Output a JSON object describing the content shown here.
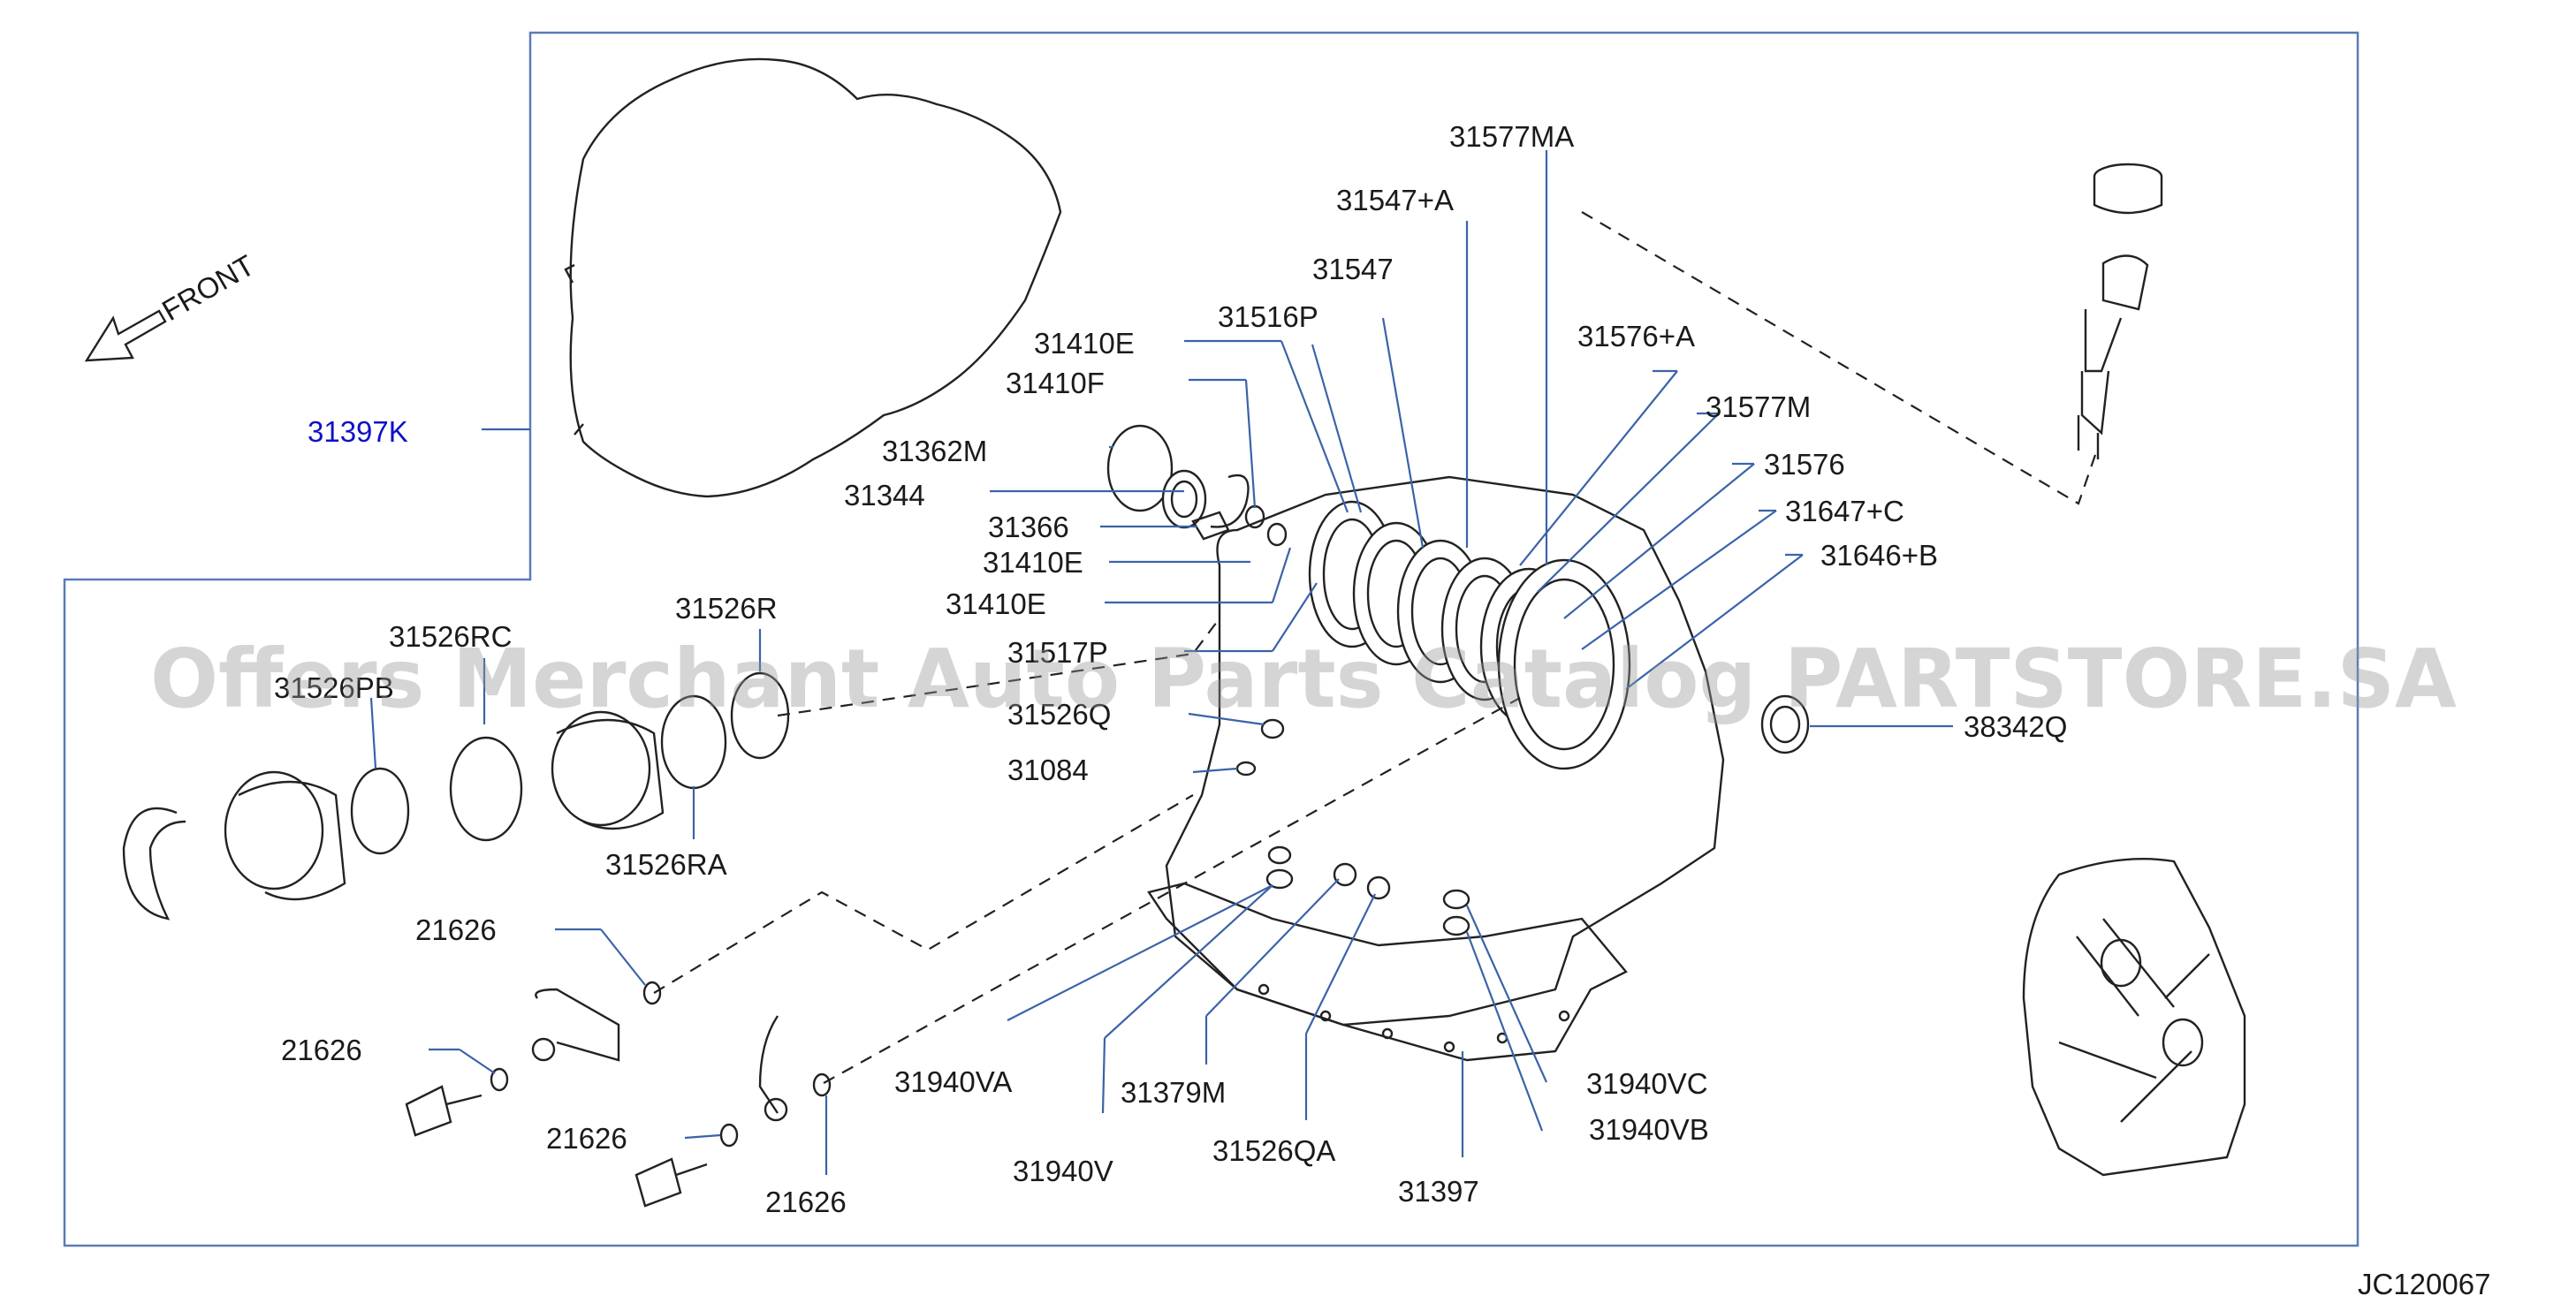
{
  "diagram": {
    "code": "JC120067",
    "front_label": "FRONT",
    "watermark": "Offers Merchant Auto Parts Catalog PARTSTORE.SA",
    "highlight_color": "#1010c8",
    "labels": {
      "p31397K": "31397K",
      "p31577MA": "31577MA",
      "p31547A": "31547+A",
      "p31547": "31547",
      "p31516P": "31516P",
      "p31410E_1": "31410E",
      "p31410F": "31410F",
      "p31576A": "31576+A",
      "p31577M": "31577M",
      "p31576": "31576",
      "p31647C": "31647+C",
      "p31646B": "31646+B",
      "p31362M": "31362M",
      "p31344": "31344",
      "p31366": "31366",
      "p31410E_2": "31410E",
      "p31410E_3": "31410E",
      "p31517P": "31517P",
      "p31526Q": "31526Q",
      "p31084": "31084",
      "p38342Q": "38342Q",
      "p31526RC": "31526RC",
      "p31526PB": "31526PB",
      "p31526R": "31526R",
      "p31526RA": "31526RA",
      "p21626_1": "21626",
      "p21626_2": "21626",
      "p21626_3": "21626",
      "p21626_4": "21626",
      "p31940VA": "31940VA",
      "p31940V": "31940V",
      "p31379M": "31379M",
      "p31526QA": "31526QA",
      "p31397": "31397",
      "p31940VC": "31940VC",
      "p31940VB": "31940VB"
    }
  }
}
